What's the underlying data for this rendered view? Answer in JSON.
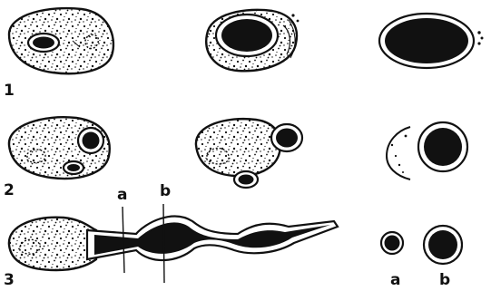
{
  "labels": {
    "row1": "1",
    "row2": "2",
    "row3": "3",
    "section_a": "a",
    "section_b": "b",
    "cross_a": "a",
    "cross_b": "b"
  }
}
